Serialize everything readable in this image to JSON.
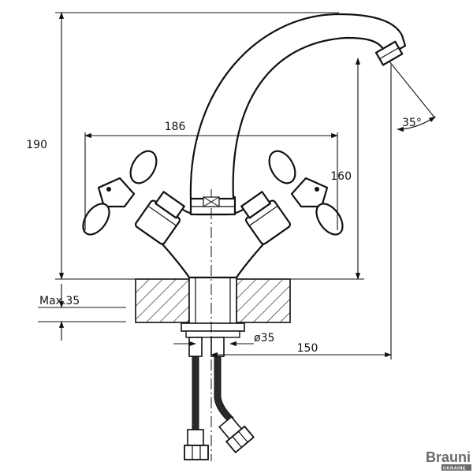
{
  "dimensions": {
    "height_total": "190",
    "width_handles": "186",
    "spout_height": "160",
    "max_thickness": "Max.35",
    "hole_diameter": "ø35",
    "spout_reach": "150",
    "spout_angle": "35°"
  },
  "brand": {
    "name": "Brauni",
    "sub": "UKRAINE",
    "color": "#6a6a6a"
  },
  "colors": {
    "line": "#111111",
    "background": "#ffffff"
  }
}
